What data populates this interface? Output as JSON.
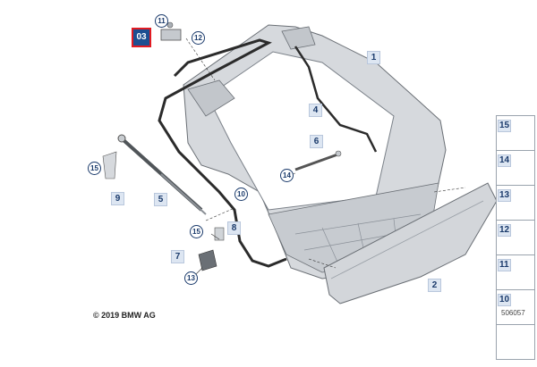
{
  "diagram": {
    "highlight_label": "03",
    "callouts": [
      "1",
      "2",
      "4",
      "5",
      "6",
      "7",
      "8",
      "9",
      "10",
      "11",
      "12",
      "13",
      "14",
      "15"
    ],
    "legend_items": [
      "15",
      "14",
      "13",
      "12",
      "11",
      "10"
    ],
    "copyright": "© 2019 BMW AG",
    "doc_number": "506057"
  }
}
